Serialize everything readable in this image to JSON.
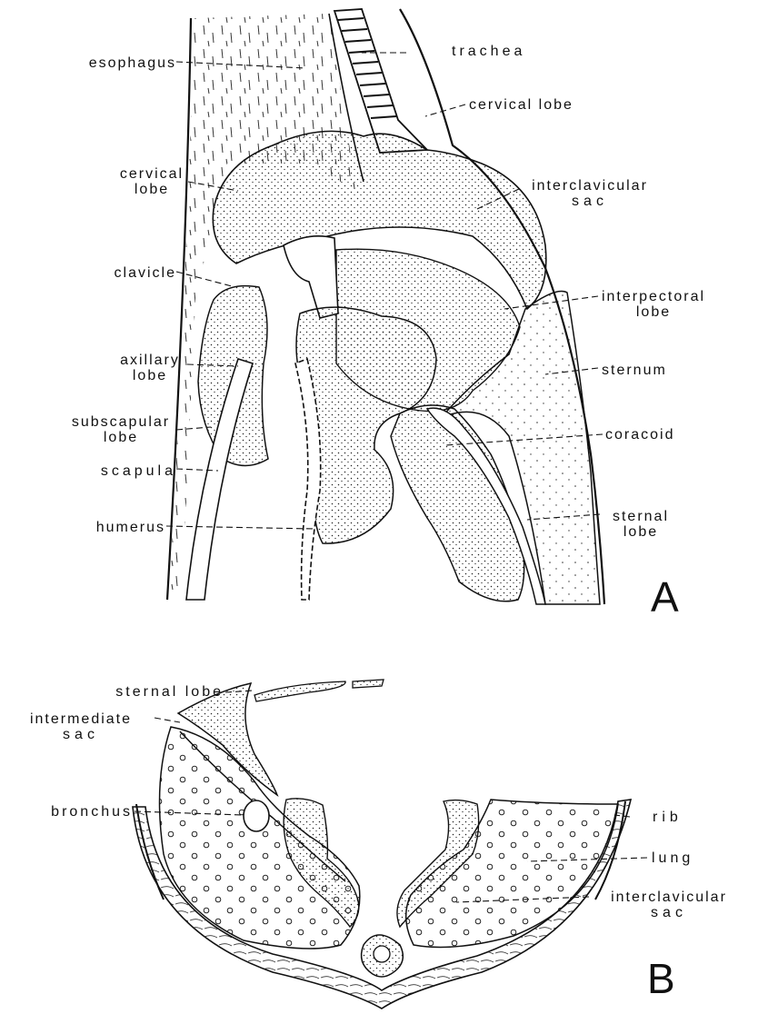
{
  "panel_a": {
    "letter": "A",
    "labels": {
      "esophagus": "esophagus",
      "trachea": "trachea",
      "cervical_lobe_right": "cervical lobe",
      "cervical_lobe_left_1": "cervical",
      "cervical_lobe_left_2": "lobe",
      "interclavicular_sac_1": "interclavicular",
      "interclavicular_sac_2": "sac",
      "clavicle": "clavicle",
      "interpectoral_lobe_1": "interpectoral",
      "interpectoral_lobe_2": "lobe",
      "axillary_lobe_1": "axillary",
      "axillary_lobe_2": "lobe",
      "sternum": "sternum",
      "subscapular_lobe_1": "subscapular",
      "subscapular_lobe_2": "lobe",
      "coracoid": "coracoid",
      "scapula": "scapula",
      "sternal_lobe_1": "sternal",
      "sternal_lobe_2": "lobe",
      "humerus": "humerus"
    }
  },
  "panel_b": {
    "letter": "B",
    "labels": {
      "sternal_lobe": "sternal lobe",
      "intermediate_sac_1": "intermediate",
      "intermediate_sac_2": "sac",
      "bronchus": "bronchus",
      "rib": "rib",
      "lung": "lung",
      "interclavicular_sac_1": "interclavicular",
      "interclavicular_sac_2": "sac"
    }
  }
}
